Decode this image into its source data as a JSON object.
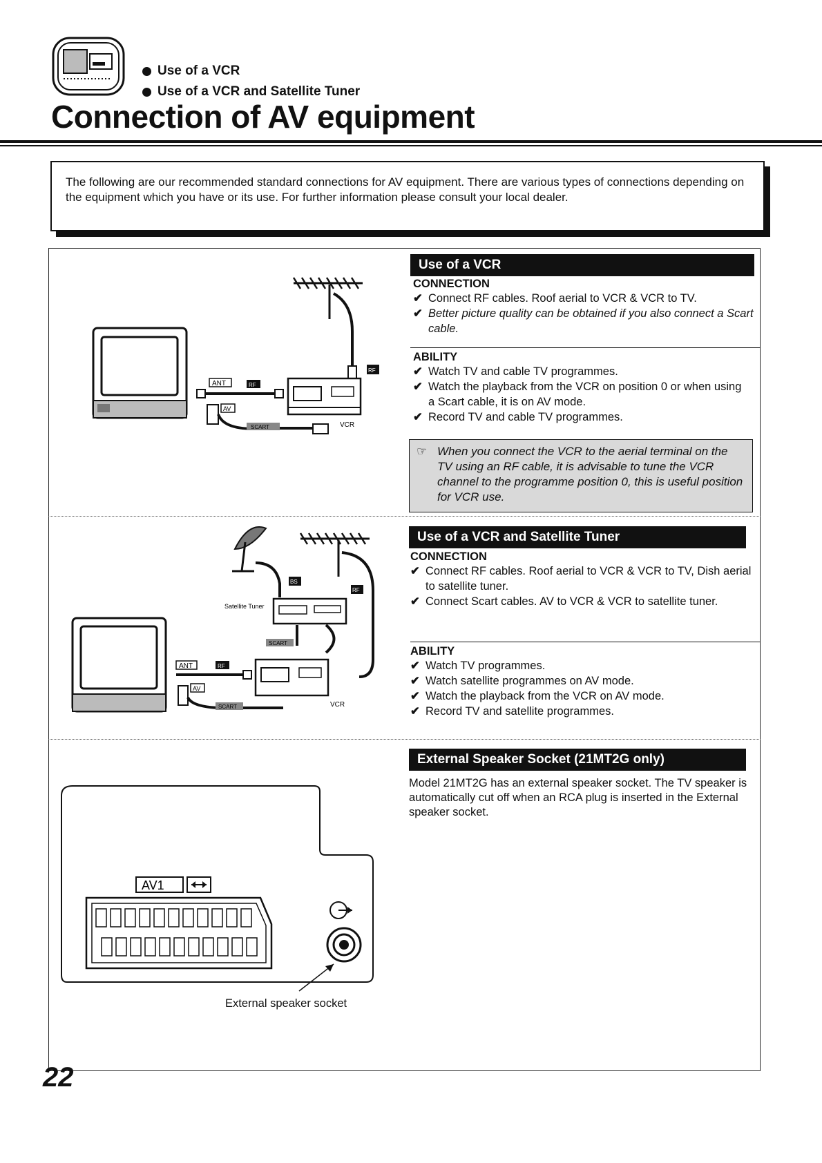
{
  "header": {
    "bullets": [
      "Use of a VCR",
      "Use of a VCR and Satellite Tuner"
    ],
    "title": "Connection of AV equipment"
  },
  "intro": "The following are our recommended standard connections for AV equipment. There are various types of connections depending on the equipment which you have or its use.  For further information please consult your local dealer.",
  "section_vcr": {
    "heading": "Use of a VCR",
    "connection_label": "CONNECTION",
    "connection_items": [
      {
        "text": "Connect RF cables. Roof aerial to VCR & VCR to TV.",
        "italic": false
      },
      {
        "text": "Better picture quality can be obtained if you also connect a Scart cable.",
        "italic": true
      }
    ],
    "ability_label": "ABILITY",
    "ability_items": [
      "Watch TV and cable TV programmes.",
      "Watch the playback from the VCR on position 0 or when using a Scart cable, it is on AV mode.",
      "Record TV and cable TV programmes."
    ],
    "note": "When you connect the VCR  to the aerial terminal on the TV using an RF cable, it is advisable to tune the VCR channel to the programme position 0, this is useful position for VCR use.",
    "diagram_labels": {
      "ant": "ANT",
      "rf_1": "RF",
      "rf_2": "RF",
      "av": "AV",
      "scart": "SCART",
      "vcr": "VCR"
    }
  },
  "section_sat": {
    "heading": "Use of a VCR and Satellite Tuner",
    "connection_label": "CONNECTION",
    "connection_items": [
      "Connect RF cables. Roof aerial to VCR & VCR to TV, Dish aerial to satellite tuner.",
      "Connect Scart cables. AV to VCR & VCR to satellite tuner."
    ],
    "ability_label": "ABILITY",
    "ability_items": [
      "Watch TV programmes.",
      "Watch satellite programmes on AV mode.",
      "Watch the playback from the VCR on AV mode.",
      "Record TV and satellite programmes."
    ],
    "diagram_labels": {
      "bs": "BS",
      "rf_1": "RF",
      "rf_2": "RF",
      "sat_tuner": "Satellite Tuner",
      "scart_1": "SCART",
      "scart_2": "SCART",
      "ant": "ANT",
      "av": "AV",
      "vcr": "VCR"
    }
  },
  "section_speaker": {
    "heading": "External Speaker Socket (21MT2G only)",
    "body": "Model 21MT2G has an external speaker socket. The TV speaker is automatically cut off when an RCA plug is inserted in the External speaker socket.",
    "diagram_labels": {
      "av1": "AV1",
      "caption": "External speaker socket"
    }
  },
  "page_number": "22"
}
